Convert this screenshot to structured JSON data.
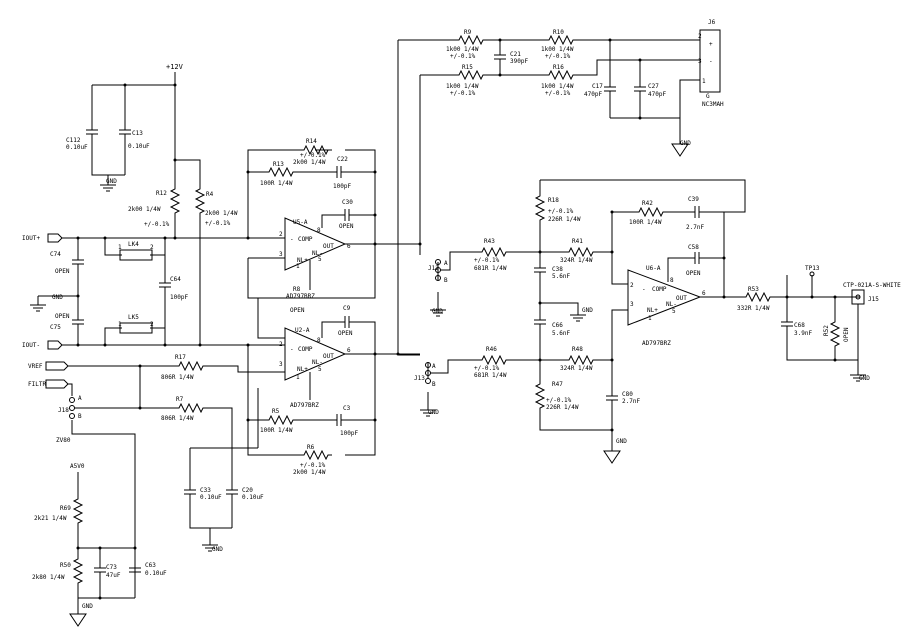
{
  "power": {
    "p12v": "+12V",
    "a5v0": "A5V0"
  },
  "gnd": "GND",
  "nets": {
    "ioutp": "IOUT+",
    "ioutn": "IOUT-",
    "vref": "VREF",
    "filtr": "FILTR"
  },
  "connectors": {
    "j6": {
      "ref": "J6",
      "part": "NC3MAH",
      "pins": [
        "2",
        "3",
        "1",
        "G"
      ],
      "signs": [
        "+",
        "-"
      ]
    },
    "j15": {
      "ref": "J15",
      "part": "CTP-021A-S-WHITE"
    },
    "tp13": {
      "ref": "TP13"
    }
  },
  "jumpers": {
    "j12": {
      "ref": "J12",
      "pins": [
        "B",
        "A"
      ]
    },
    "j13": {
      "ref": "J13",
      "pins": [
        "B",
        "A"
      ]
    },
    "j18": {
      "ref": "J18",
      "pins": [
        "B",
        "A"
      ]
    }
  },
  "links": {
    "lk4": "LK4",
    "lk5": "LK5",
    "pin1": "1",
    "pin2": "2"
  },
  "zener": "ZV80",
  "opamps": {
    "u5a": {
      "ref": "U5-A",
      "part": "AD797BRZ",
      "pins": {
        "in_n": "2",
        "in_p": "3",
        "comp": "8",
        "nl": "5",
        "out": "6",
        "gnd": "1"
      }
    },
    "u2a": {
      "ref": "U2-A",
      "part": "AD797BRZ",
      "pins": {
        "in_n": "2",
        "in_p": "3",
        "comp": "8",
        "nl": "5",
        "out": "6",
        "gnd": "1"
      }
    },
    "u6a": {
      "ref": "U6-A",
      "part": "AD797BRZ",
      "pins": {
        "in_n": "2",
        "in_p": "3",
        "comp": "8",
        "nl": "5",
        "out": "6",
        "gnd": "1"
      }
    },
    "labels": {
      "minus": "-",
      "plus": "+",
      "comp": "COMP",
      "nl_minus": "NL-",
      "nl_plus": "NL+",
      "out": "OUT"
    }
  },
  "resistors": {
    "r9": {
      "ref": "R9",
      "value": "1k00 1/4W",
      "tol": "+/-0.1%"
    },
    "r10": {
      "ref": "R10",
      "value": "1k00 1/4W",
      "tol": "+/-0.1%"
    },
    "r15": {
      "ref": "R15",
      "value": "1k00 1/4W",
      "tol": "+/-0.1%"
    },
    "r16": {
      "ref": "R16",
      "value": "1k00 1/4W",
      "tol": "+/-0.1%"
    },
    "r14": {
      "ref": "R14",
      "value": "2k00 1/4W",
      "tol": "+/-0.1%"
    },
    "r13": {
      "ref": "R13",
      "value": "100R 1/4W"
    },
    "r12": {
      "ref": "R12",
      "value": "2k00 1/4W",
      "tol": "+/-0.1%"
    },
    "r4": {
      "ref": "R4",
      "value": "2k00 1/4W",
      "tol": "+/-0.1%"
    },
    "r8": {
      "ref": "R8",
      "value": "OPEN"
    },
    "r18": {
      "ref": "R18",
      "value": "226R 1/4W",
      "tol": "+/-0.1%"
    },
    "r42": {
      "ref": "R42",
      "value": "100R 1/4W"
    },
    "r43": {
      "ref": "R43",
      "value": "681R 1/4W",
      "tol": "+/-0.1%"
    },
    "r41": {
      "ref": "R41",
      "value": "324R 1/4W"
    },
    "r17": {
      "ref": "R17",
      "value": "806R 1/4W"
    },
    "r7": {
      "ref": "R7",
      "value": "806R 1/4W"
    },
    "r46": {
      "ref": "R46",
      "value": "681R 1/4W",
      "tol": "+/-0.1%"
    },
    "r48": {
      "ref": "R48",
      "value": "324R 1/4W"
    },
    "r47": {
      "ref": "R47",
      "value": "226R 1/4W",
      "tol": "+/-0.1%"
    },
    "r53": {
      "ref": "R53",
      "value": "332R 1/4W"
    },
    "r52": {
      "ref": "R52",
      "value": "OPEN"
    },
    "r5": {
      "ref": "R5",
      "value": "100R 1/4W"
    },
    "r6": {
      "ref": "R6",
      "value": "2k00 1/4W",
      "tol": "+/-0.1%"
    },
    "r69": {
      "ref": "R69",
      "value": "2k21 1/4W"
    },
    "r50": {
      "ref": "R50",
      "value": "2k80 1/4W"
    }
  },
  "capacitors": {
    "c21": {
      "ref": "C21",
      "value": "390pF"
    },
    "c17": {
      "ref": "C17",
      "value": "470pF"
    },
    "c27": {
      "ref": "C27",
      "value": "470pF"
    },
    "c112": {
      "ref": "C112",
      "value": "0.10uF"
    },
    "c13": {
      "ref": "C13",
      "value": "0.10uF"
    },
    "c22": {
      "ref": "C22",
      "value": "100pF"
    },
    "c30": {
      "ref": "C30",
      "value": "OPEN"
    },
    "c39": {
      "ref": "C39",
      "value": "2.7nF"
    },
    "c58": {
      "ref": "C58",
      "value": "OPEN"
    },
    "c74": {
      "ref": "C74",
      "value": "OPEN"
    },
    "c64": {
      "ref": "C64",
      "value": "100pF"
    },
    "c38": {
      "ref": "C38",
      "value": "5.6nF"
    },
    "c75": {
      "ref": "C75",
      "value": "OPEN"
    },
    "c9": {
      "ref": "C9",
      "value": "OPEN"
    },
    "c66": {
      "ref": "C66",
      "value": "5.6nF"
    },
    "c68": {
      "ref": "C68",
      "value": "3.9nF"
    },
    "c80": {
      "ref": "C80",
      "value": "2.7nF"
    },
    "c3": {
      "ref": "C3",
      "value": "100pF"
    },
    "c33": {
      "ref": "C33",
      "value": "0.10uF"
    },
    "c20": {
      "ref": "C20",
      "value": "0.10uF"
    },
    "c73": {
      "ref": "C73",
      "value": "47uF"
    },
    "c63": {
      "ref": "C63",
      "value": "0.10uF"
    }
  }
}
